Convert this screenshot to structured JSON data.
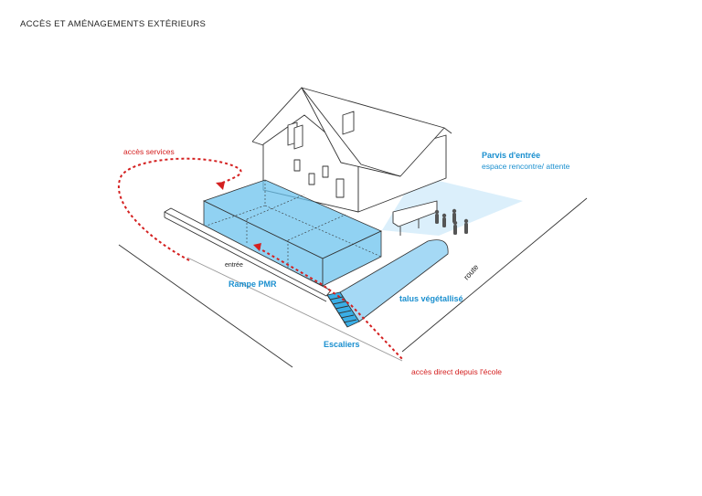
{
  "page": {
    "title": "ACCÈS ET AMÉNAGEMENTS EXTÉRIEURS"
  },
  "labels": {
    "acces_services": "accès services",
    "parvis_title": "Parvis d'entrée",
    "parvis_sub": "espace rencontre/ attente",
    "entree": "entrée",
    "route": "route",
    "rampe": "Rampe PMR",
    "talus": "talus végétallisé",
    "escaliers": "Escaliers",
    "acces_ecole": "accès direct depuis l'école"
  },
  "colors": {
    "accent_blue": "#1a8fcf",
    "volume_blue": "#6cc3ee",
    "path_red": "#d42020",
    "line": "#333333"
  }
}
